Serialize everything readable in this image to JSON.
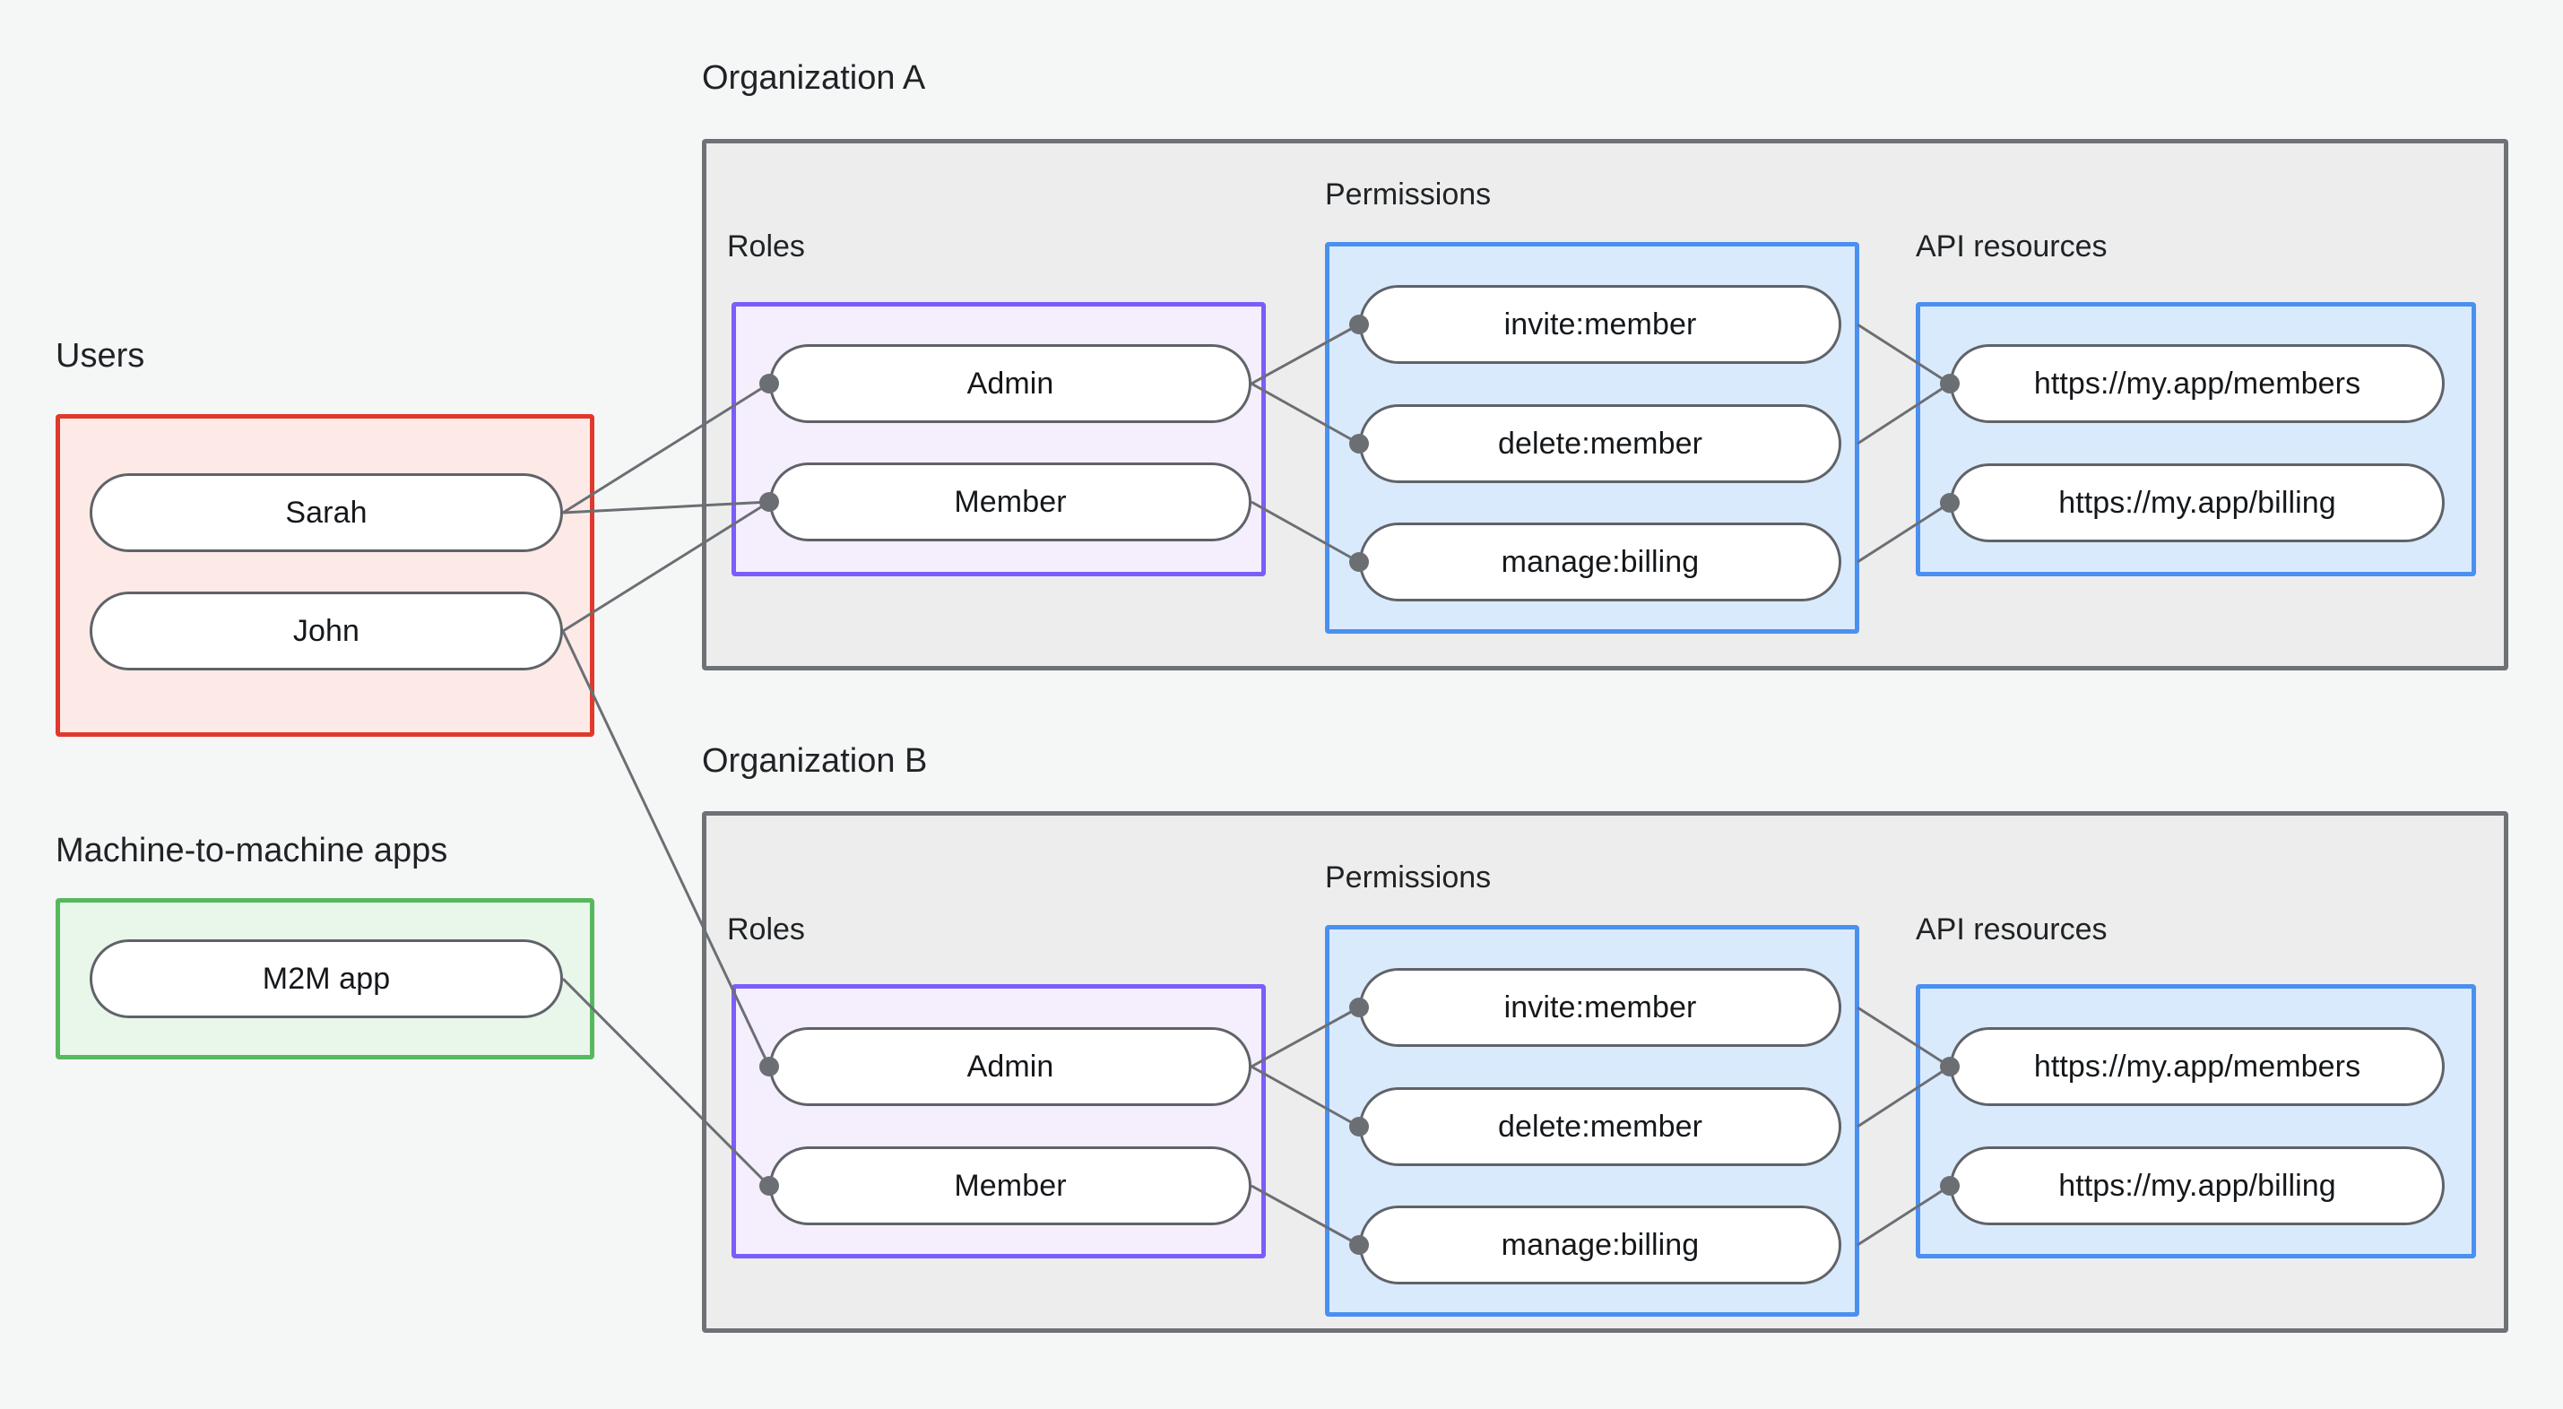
{
  "diagram": {
    "title_groups": {
      "users": "Users",
      "m2m": "Machine-to-machine apps",
      "org_a": "Organization A",
      "org_b": "Organization B",
      "roles": "Roles",
      "permissions": "Permissions",
      "api_resources": "API resources"
    },
    "colors": {
      "background": "#f5f7f7",
      "users_border": "#e0392c",
      "users_fill": "#fdeae7",
      "m2m_border": "#57b95e",
      "m2m_fill": "#e9f6ea",
      "org_border": "#6e7276",
      "org_fill": "#ededed",
      "roles_border": "#7c5cfa",
      "roles_fill": "#f5eefd",
      "permissions_border": "#4a90f0",
      "permissions_fill": "#daeafd",
      "api_border": "#4a90f0",
      "api_fill": "#daeafd",
      "node_border": "#5f6368",
      "node_fill": "#ffffff",
      "edge": "#6b6f73"
    },
    "users": [
      "Sarah",
      "John"
    ],
    "m2m_apps": [
      "M2M app"
    ],
    "organizations": [
      {
        "name": "Organization A",
        "roles": [
          "Admin",
          "Member"
        ],
        "permissions": [
          "invite:member",
          "delete:member",
          "manage:billing"
        ],
        "api_resources": [
          "https://my.app/members",
          "https://my.app/billing"
        ]
      },
      {
        "name": "Organization B",
        "roles": [
          "Admin",
          "Member"
        ],
        "permissions": [
          "invite:member",
          "delete:member",
          "manage:billing"
        ],
        "api_resources": [
          "https://my.app/members",
          "https://my.app/billing"
        ]
      }
    ],
    "connections": [
      {
        "from": "Sarah",
        "to": "Organization A / Admin"
      },
      {
        "from": "Sarah",
        "to": "Organization A / Member"
      },
      {
        "from": "John",
        "to": "Organization A / Member"
      },
      {
        "from": "John",
        "to": "Organization B / Admin"
      },
      {
        "from": "M2M app",
        "to": "Organization B / Member"
      },
      {
        "from": "Organization A / Admin",
        "to": "invite:member"
      },
      {
        "from": "Organization A / Admin",
        "to": "delete:member"
      },
      {
        "from": "Organization A / Member",
        "to": "manage:billing"
      },
      {
        "from": "invite:member",
        "to": "https://my.app/members"
      },
      {
        "from": "delete:member",
        "to": "https://my.app/members"
      },
      {
        "from": "manage:billing",
        "to": "https://my.app/billing"
      },
      {
        "from": "Organization B / Admin",
        "to": "invite:member"
      },
      {
        "from": "Organization B / Admin",
        "to": "delete:member"
      },
      {
        "from": "Organization B / Member",
        "to": "manage:billing"
      },
      {
        "from": "invite:member",
        "to": "https://my.app/members"
      },
      {
        "from": "delete:member",
        "to": "https://my.app/members"
      },
      {
        "from": "manage:billing",
        "to": "https://my.app/billing"
      }
    ]
  }
}
